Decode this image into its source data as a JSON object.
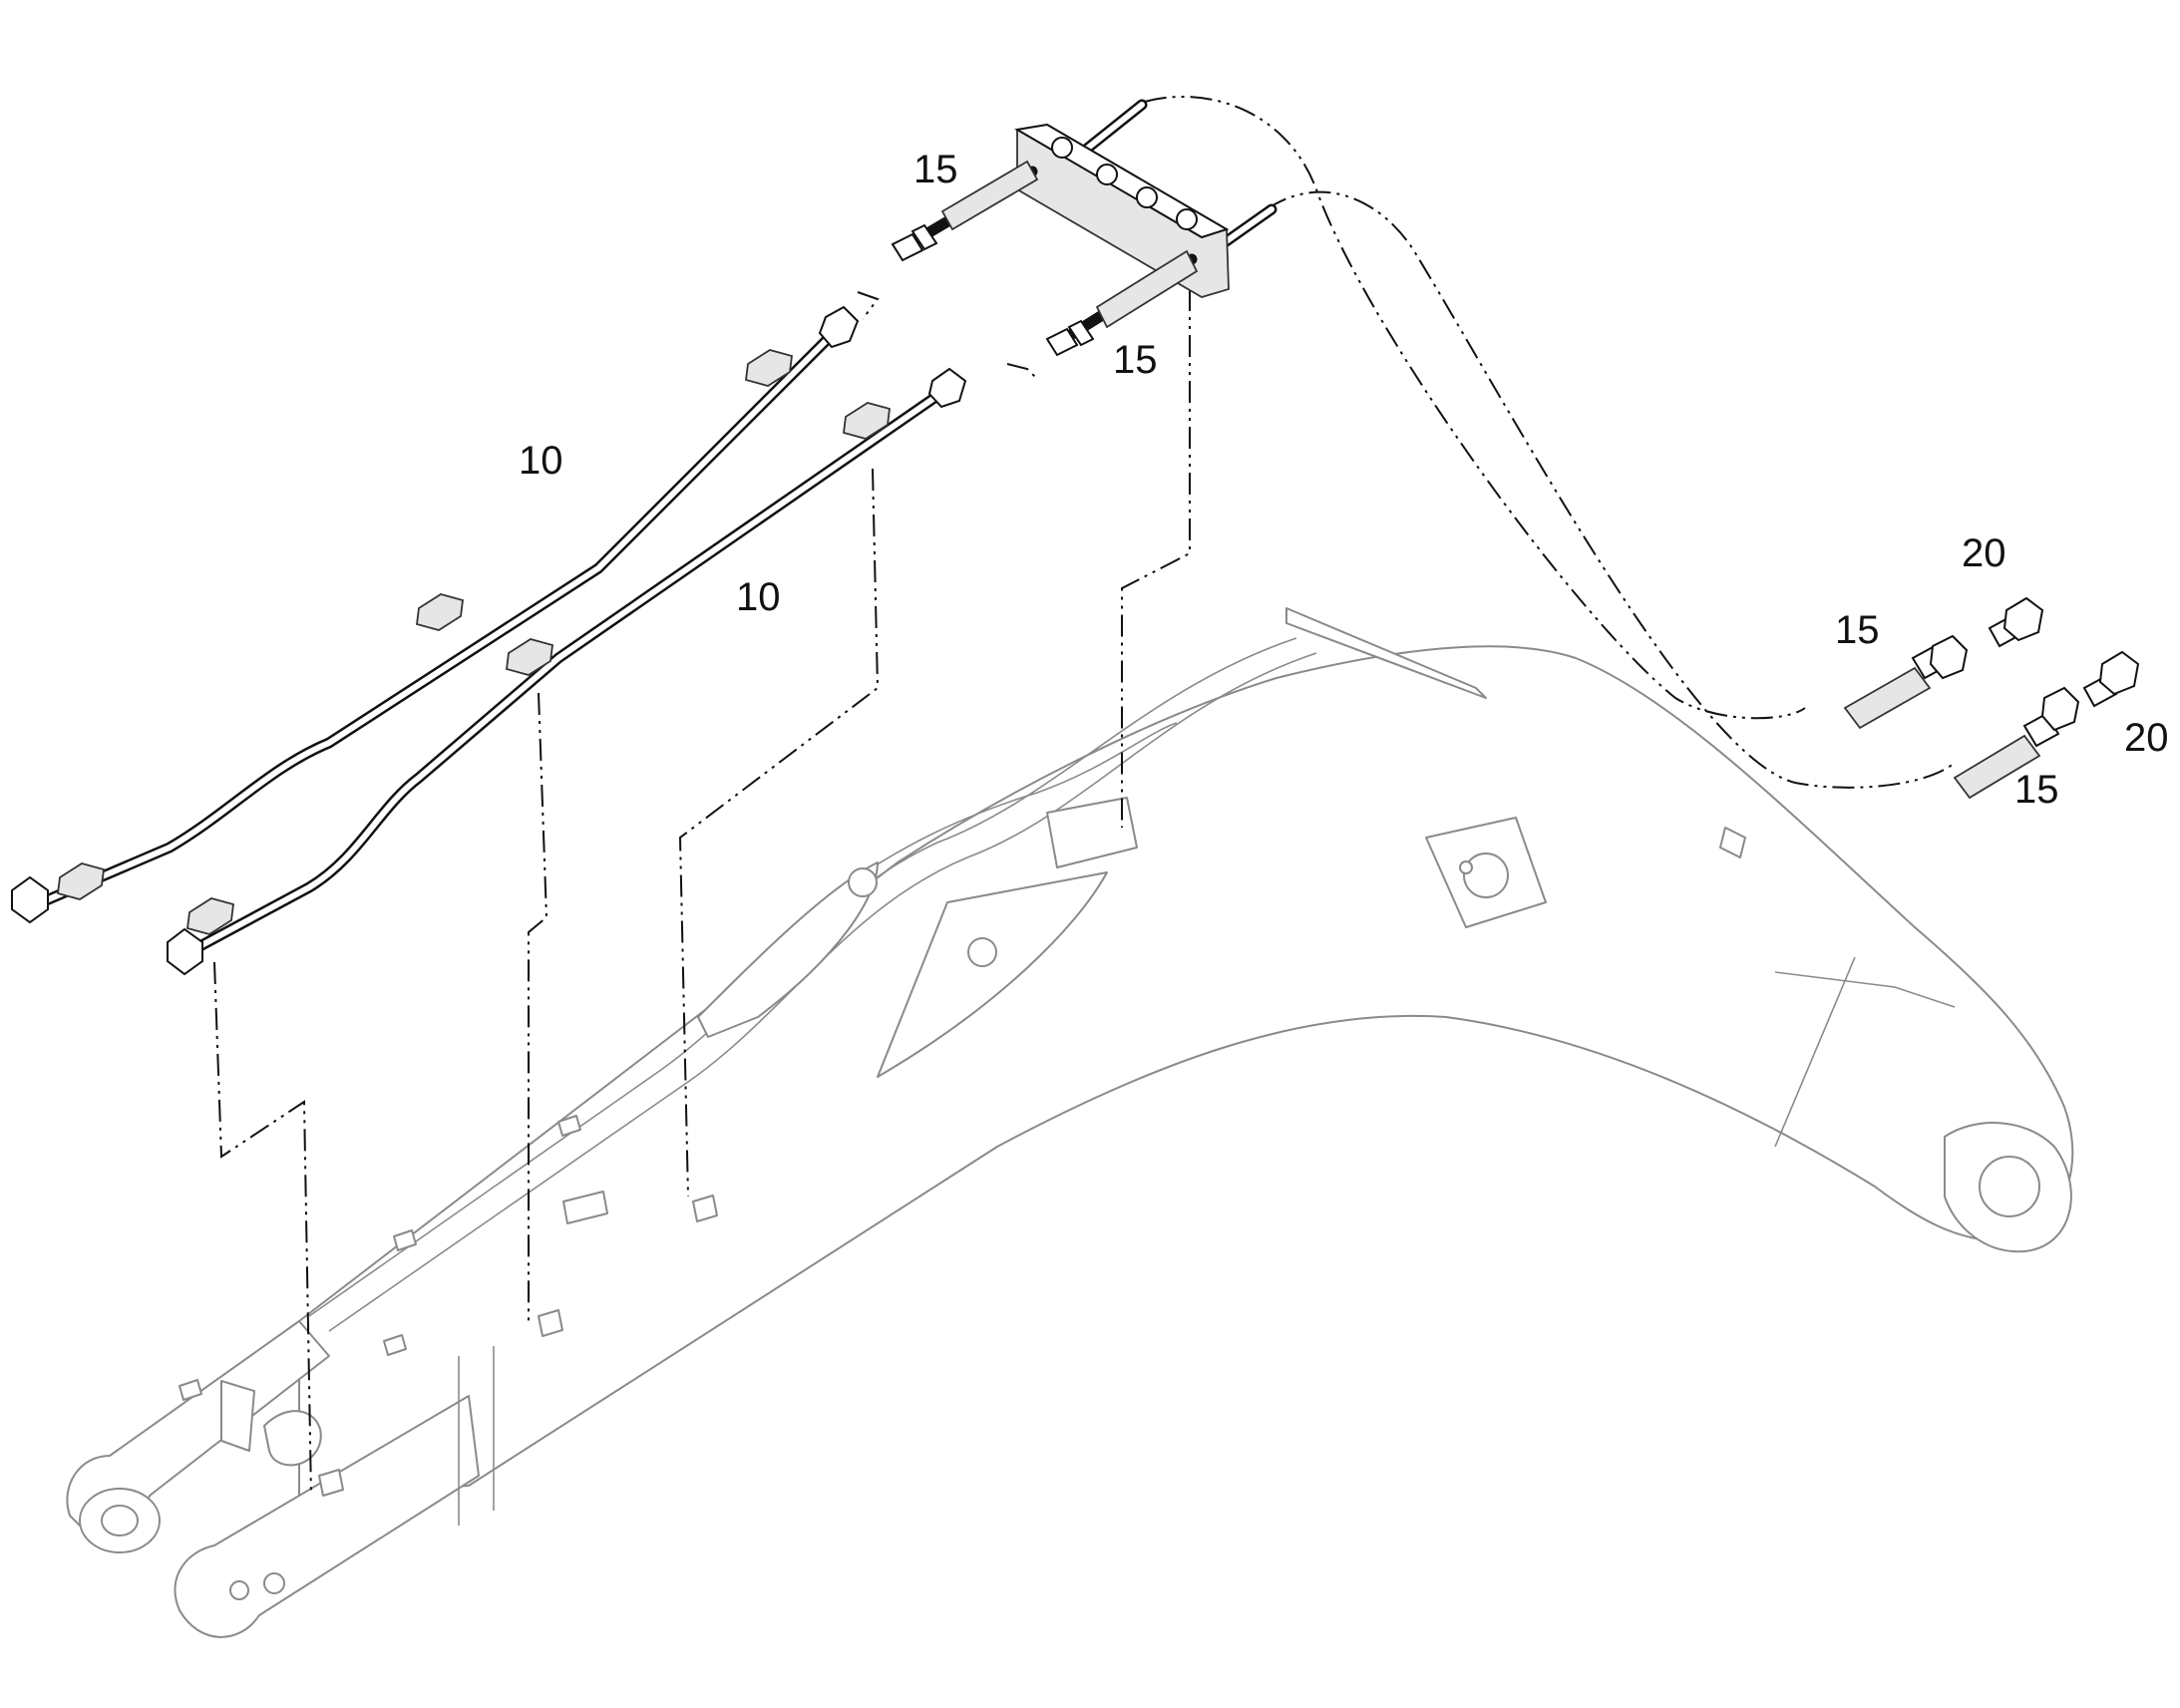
{
  "callouts": {
    "pipe_upper": "10",
    "pipe_lower": "10",
    "hose_upper": "15",
    "hose_lower": "15",
    "hose_loose_upper": "15",
    "hose_loose_lower": "15",
    "plug_upper": "20",
    "plug_lower": "20"
  }
}
